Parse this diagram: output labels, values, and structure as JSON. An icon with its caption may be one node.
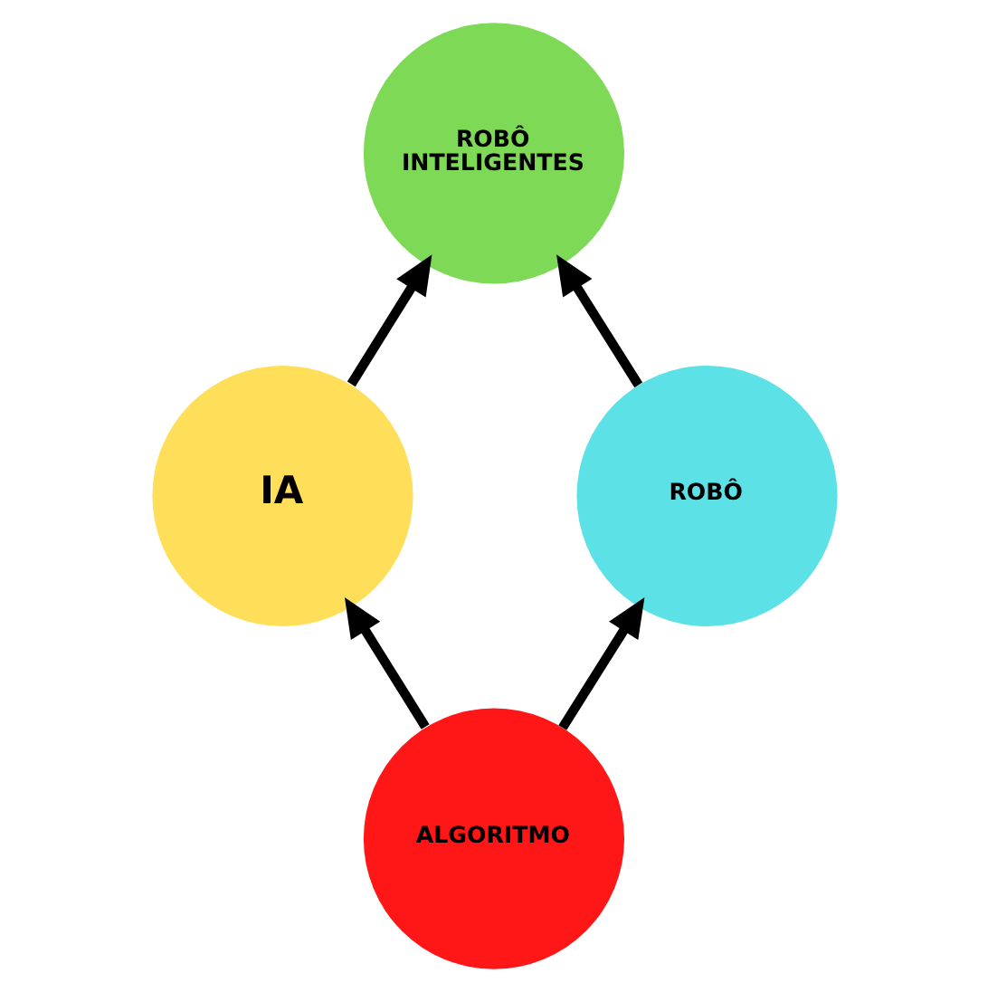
{
  "diagram": {
    "nodes": [
      {
        "text": [
          "ROBÔ INTELIGENTES"
        ]
      },
      {
        "text": [
          "IA"
        ]
      },
      {
        "text": [
          "ROBÔ"
        ]
      },
      {
        "text": [
          "ALGORITMO"
        ]
      }
    ],
    "edges": [
      {
        "from": 1,
        "to": 0,
        "arrow": "to"
      },
      {
        "from": 2,
        "to": 0,
        "arrow": "to"
      },
      {
        "from": 3,
        "to": 1,
        "arrow": "to"
      },
      {
        "from": 3,
        "to": 2,
        "arrow": "to"
      }
    ]
  }
}
